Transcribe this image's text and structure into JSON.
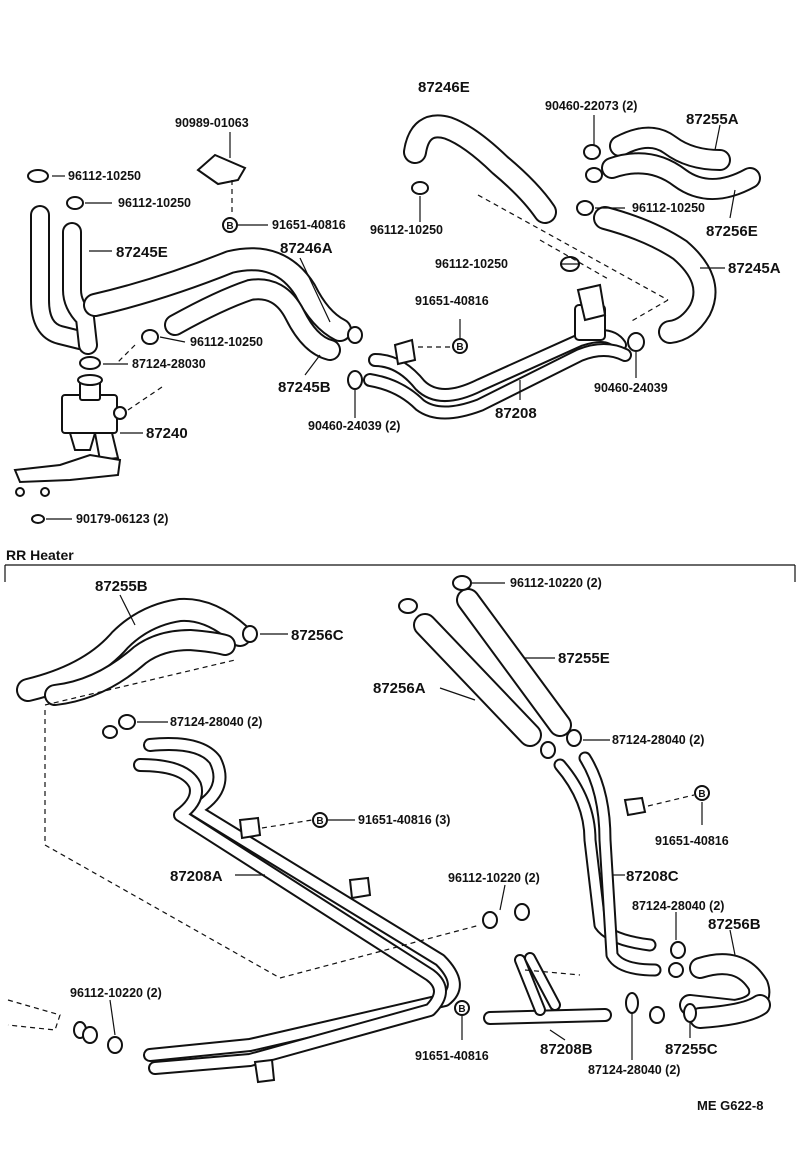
{
  "section_title": "RR  Heater",
  "figure_code": "ME  G622-8",
  "bolt_symbol": "B",
  "labels_top": {
    "p87246E": "87246E",
    "p90460_22073": "90460-22073 (2)",
    "p87255A": "87255A",
    "p90989_01063": "90989-01063",
    "p96112_10250_a": "96112-10250",
    "p96112_10250_b": "96112-10250",
    "p96112_10250_c": "96112-10250",
    "p96112_10250_d": "96112-10250",
    "p96112_10250_e": "96112-10250",
    "p96112_10250_f": "96112-10250",
    "p91651_40816_a": "91651-40816",
    "p91651_40816_b": "91651-40816",
    "p87256E": "87256E",
    "p87245E": "87245E",
    "p87246A": "87246A",
    "p87245A": "87245A",
    "p87124_28030": "87124-28030",
    "p87245B": "87245B",
    "p90460_24039_a": "90460-24039",
    "p90460_24039_b": "90460-24039 (2)",
    "p87208": "87208",
    "p87240": "87240",
    "p90179_06123": "90179-06123 (2)"
  },
  "labels_bottom": {
    "p87255B": "87255B",
    "p87256C": "87256C",
    "p96112_10220_a": "96112-10220 (2)",
    "p87255E": "87255E",
    "p87256A": "87256A",
    "p87124_28040_a": "87124-28040 (2)",
    "p87124_28040_b": "87124-28040 (2)",
    "p91651_40816_c": "91651-40816 (3)",
    "p91651_40816_d": "91651-40816",
    "p87208A": "87208A",
    "p96112_10220_b": "96112-10220 (2)",
    "p87208C": "87208C",
    "p87124_28040_c": "87124-28040 (2)",
    "p87256B": "87256B",
    "p96112_10220_c": "96112-10220 (2)",
    "p91651_40816_e": "91651-40816",
    "p87208B": "87208B",
    "p87255C": "87255C",
    "p87124_28040_d": "87124-28040 (2)"
  }
}
